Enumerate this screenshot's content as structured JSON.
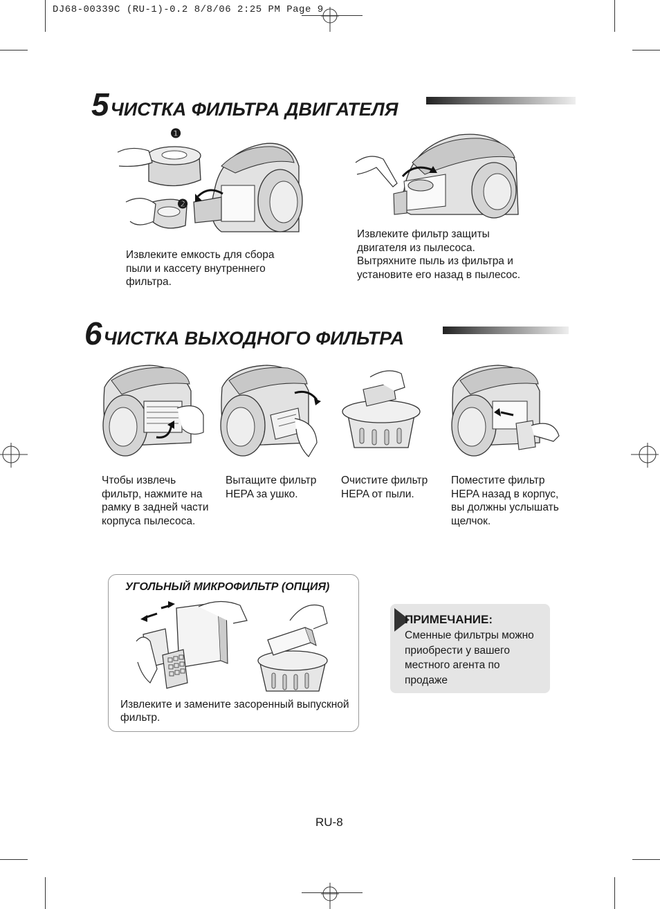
{
  "print_header": "DJ68-00339C (RU-1)-0.2  8/8/06 2:25 PM  Page 9",
  "section5": {
    "number": "5",
    "title": "ЧИСТКА ФИЛЬТРА ДВИГАТЕЛЯ",
    "step1_marker": "❶",
    "step2_marker": "❷",
    "caption_left": "Извлеките емкость для сбора\nпыли и кассету внутреннего\nфильтра.",
    "caption_right": "Извлеките фильтр защиты\nдвигателя из пылесоса.\nВытряхните пыль из фильтра и\nустановите его назад в пылесос."
  },
  "section6": {
    "number": "6",
    "title": "ЧИСТКА ВЫХОДНОГО ФИЛЬТРА",
    "captions": [
      "Чтобы извлечь\nфильтр, нажмите на\nрамку в задней части\nкорпуса пылесоса.",
      "Вытащите фильтр\nHEPA за ушко.",
      "Очистите фильтр\nHEPA от пыли.",
      "Поместите фильтр\nHEPA назад в корпус,\nвы должны услышать\nщелчок."
    ]
  },
  "charcoal_box": {
    "title": "УГОЛЬНЫЙ МИКРОФИЛЬТР (ОПЦИЯ)",
    "caption": "Извлеките и замените засоренный выпускной\nфильтр."
  },
  "note": {
    "icon": "triangle-marker-icon",
    "title": "ПРИМЕЧАНИЕ:",
    "text": "Сменные фильтры можно\nприобрести у вашего\nместного агента по\nпродаже"
  },
  "page_number": "RU-8"
}
